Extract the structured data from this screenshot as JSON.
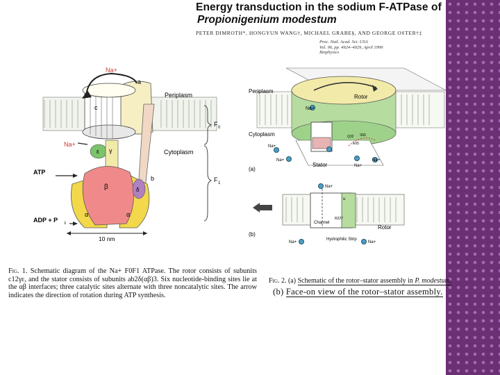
{
  "paper": {
    "title": "Energy transduction in the sodium F-ATPase of",
    "species": "Propionigenium modestum",
    "authors": "PETER DIMROTH*, HONGYUN WANG†, MICHAEL GRABE§, AND GEORGE OSTER†‡",
    "citation": [
      "Proc. Natl. Acad. Sci. USA",
      "Vol. 96, pp. 4924–4929, April 1999",
      "Biophysics"
    ]
  },
  "fig1": {
    "labels": {
      "na_top": "Na+",
      "a": "a",
      "periplasm": "Periplasm",
      "c": "c",
      "f0": "F",
      "f0_sub": "0",
      "na_left": "Na+",
      "epsilon": "ε",
      "gamma": "γ",
      "cytoplasm": "Cytoplasm",
      "atp": "ATP",
      "b": "b",
      "f1": "F",
      "f1_sub": "1",
      "beta": "β",
      "delta": "δ",
      "adp": "ADP + P",
      "adp_sub": "i",
      "alpha_left": "α",
      "alpha_right": "α",
      "scale": "10 nm"
    },
    "caption_lead": "Fig. 1.",
    "caption": "Schematic diagram of the Na+ F0F1 ATPase. The rotor consists of subunits c12γε, and the stator consists of subunits ab2δ(αβ)3. Six nucleotide-binding sites lie at the αβ interfaces; three catalytic sites alternate with three noncatalytic sites. The arrow indicates the direction of rotation during ATP synthesis."
  },
  "fig2": {
    "labels": {
      "periplasm": "Periplasm",
      "rotor": "Rotor",
      "na_rotor": "Na+",
      "cytoplasm": "Cytoplasm",
      "s1": "Q32",
      "s2": "S66",
      "s3": "E65",
      "na_a": "Na+",
      "na_b": "Na+",
      "na_c": "Na+",
      "na_d": "Na+",
      "stator": "Stator",
      "panel_a": "(a)",
      "na_top": "Na+",
      "u": "u",
      "channel": "Channel",
      "r227": "R227",
      "rotor_b": "Rotor",
      "panel_b": "(b)",
      "na_bl": "Na+",
      "na_br": "Na+",
      "strip": "Hydrophilic Strip"
    },
    "caption_lead": "Fig. 2.",
    "caption_a_prefix": "(a)",
    "caption_a_text": "Schematic of the rotor–stator assembly in",
    "caption_a_species": "P. modestum.",
    "caption_b_prefix": "(b)",
    "caption_b_text": "Face-on view of the rotor–stator assembly."
  },
  "colors": {
    "panel": "#6b2f74",
    "stator_green": "#9ed28a",
    "rotor": "#f2eaa8",
    "beta": "#f08a8a",
    "alpha": "#f2d84a"
  }
}
